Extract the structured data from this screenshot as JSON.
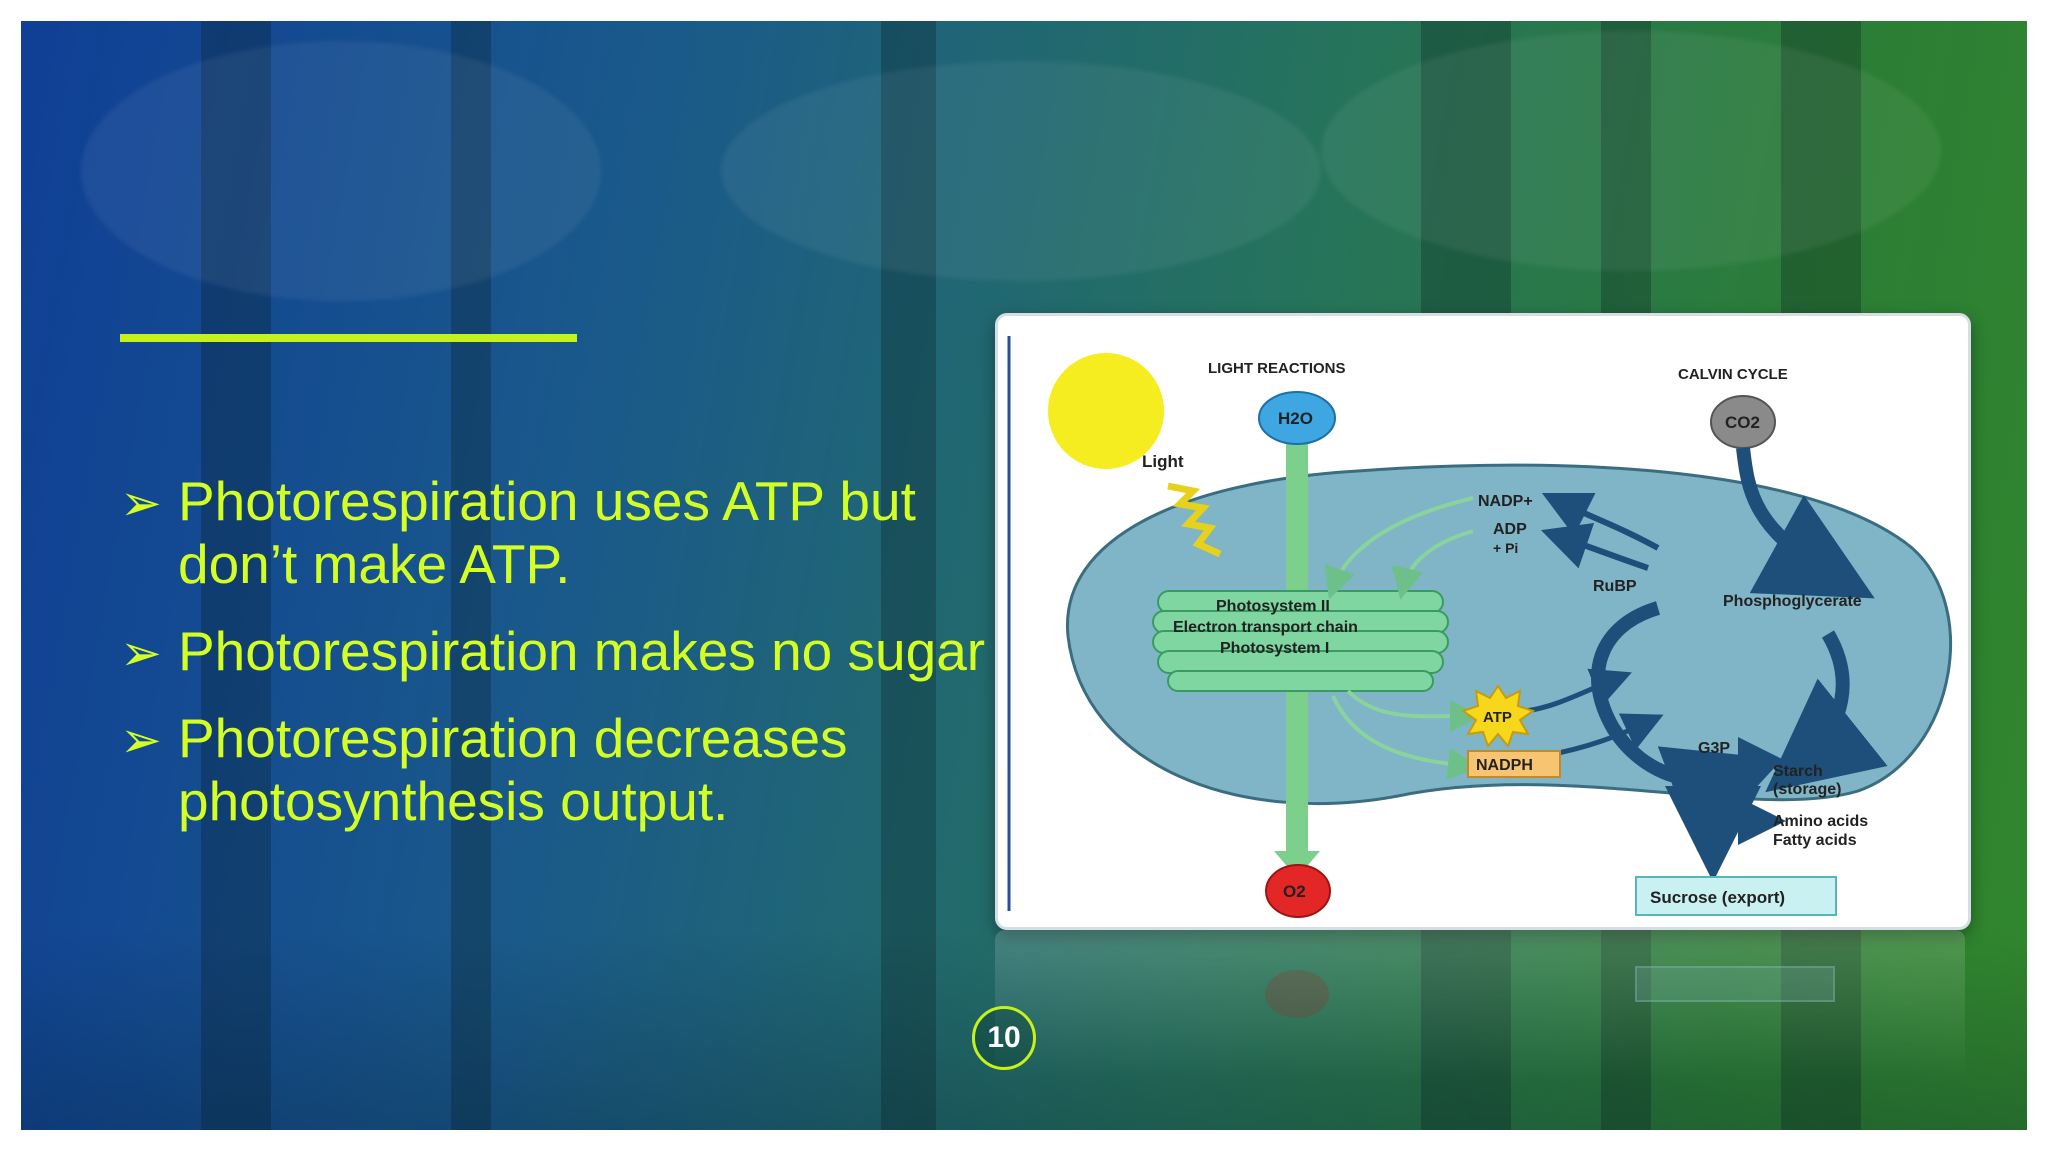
{
  "slide": {
    "accent_color": "#c5f21a",
    "text_color": "#d4ff25",
    "bullet_marker": "➢",
    "bullets": [
      "Photorespiration uses ATP but don’t make ATP.",
      "Photorespiration makes no sugar",
      "Photorespiration decreases photosynthesis output."
    ],
    "page_number": "10"
  },
  "diagram": {
    "light_reactions": "LIGHT REACTIONS",
    "calvin_cycle": "CALVIN CYCLE",
    "h2o": "H2O",
    "co2": "CO2",
    "o2": "O2",
    "light": "Light",
    "nadp": "NADP+",
    "adp": "ADP",
    "pi": "+ Pi",
    "photosystem_ii": "Photosystem II",
    "electron_transport_chain": "Electron transport chain",
    "photosystem_i": "Photosystem I",
    "rubp": "RuBP",
    "phosphoglycerate": "Phosphoglycerate",
    "atp": "ATP",
    "nadph": "NADPH",
    "g3p": "G3P",
    "starch": "Starch",
    "storage": "(storage)",
    "amino_acids": "Amino acids",
    "fatty_acids": "Fatty acids",
    "sucrose": "Sucrose (export)"
  }
}
